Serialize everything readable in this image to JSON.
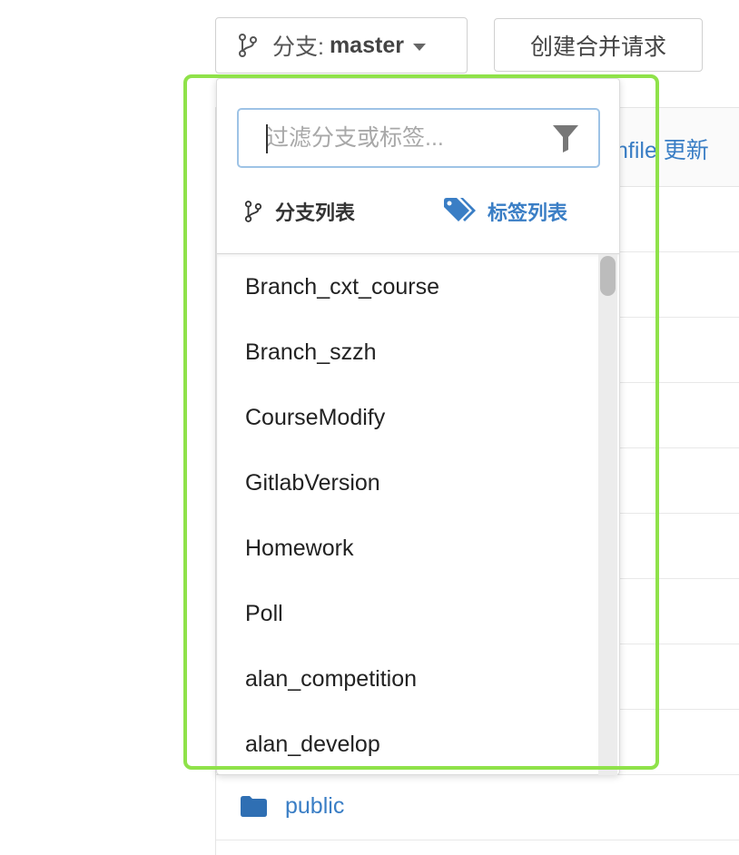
{
  "toolbar": {
    "branch_label": "分支:",
    "branch_value": "master",
    "create_mr_label": "创建合并请求"
  },
  "background": {
    "commit_tail": "nfile 更新",
    "folder_name": "public"
  },
  "dropdown": {
    "filter_placeholder": "过滤分支或标签...",
    "tab_branches": "分支列表",
    "tab_tags": "标签列表",
    "branches": [
      "Branch_cxt_course",
      "Branch_szzh",
      "CourseModify",
      "GitlabVersion",
      "Homework",
      "Poll",
      "alan_competition",
      "alan_develop"
    ]
  },
  "colors": {
    "accent": "#3a7ec5",
    "highlight": "#8fe24a",
    "focus_border": "#9ec3e6"
  },
  "icons": [
    "branch-icon",
    "caret-down-icon",
    "filter-icon",
    "tag-icon",
    "folder-icon"
  ]
}
